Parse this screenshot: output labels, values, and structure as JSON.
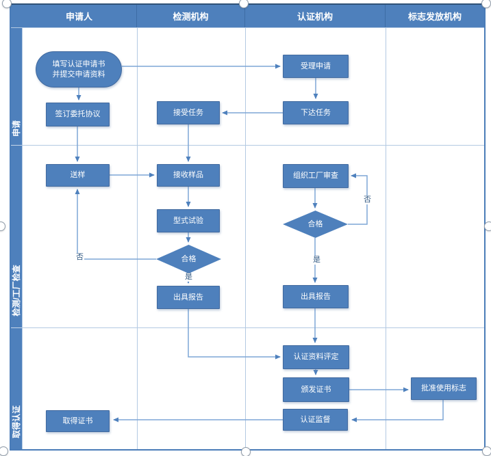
{
  "swimlanes": {
    "columns": [
      {
        "label": "申请人"
      },
      {
        "label": "检测机构"
      },
      {
        "label": "认证机构"
      },
      {
        "label": "标志发放机构"
      }
    ],
    "phases": [
      {
        "label": "申请"
      },
      {
        "label": "检测/工厂检查"
      },
      {
        "label": "取得认证"
      }
    ]
  },
  "nodes": {
    "fill_application": {
      "label": "填写认证申请书\n并提交申请资料",
      "shape": "stadium"
    },
    "sign_agreement": {
      "label": "签订委托协议",
      "shape": "rect"
    },
    "accept_application": {
      "label": "受理申请",
      "shape": "rect"
    },
    "assign_task": {
      "label": "下达任务",
      "shape": "rect"
    },
    "accept_task": {
      "label": "接受任务",
      "shape": "rect"
    },
    "send_sample": {
      "label": "送样",
      "shape": "rect"
    },
    "receive_sample": {
      "label": "接收样品",
      "shape": "rect"
    },
    "type_test": {
      "label": "型式试验",
      "shape": "rect"
    },
    "test_pass": {
      "label": "合格",
      "shape": "diamond"
    },
    "issue_report_testing": {
      "label": "出具报告",
      "shape": "rect"
    },
    "factory_review": {
      "label": "组织工厂审查",
      "shape": "rect"
    },
    "review_pass": {
      "label": "合格",
      "shape": "diamond"
    },
    "issue_report_cert": {
      "label": "出具报告",
      "shape": "rect"
    },
    "data_assessment": {
      "label": "认证资料评定",
      "shape": "rect"
    },
    "issue_certificate": {
      "label": "颁发证书",
      "shape": "rect"
    },
    "cert_supervision": {
      "label": "认证监督",
      "shape": "rect"
    },
    "approve_mark_use": {
      "label": "批准使用标志",
      "shape": "rect"
    },
    "obtain_certificate": {
      "label": "取得证书",
      "shape": "rect"
    }
  },
  "edge_labels": {
    "test_pass_yes": "是",
    "test_pass_no": "否",
    "review_pass_yes": "是",
    "review_pass_no": "否"
  },
  "colors": {
    "lane_header_fill": "#4e80bc",
    "node_fill": "#4e80bc",
    "connector_line": "#7da6d6",
    "arrowhead": "#4f81bd",
    "grid_line": "#b3c9e2",
    "outer_border": "#4a7cb8",
    "edge_label_text": "#2e5680"
  }
}
